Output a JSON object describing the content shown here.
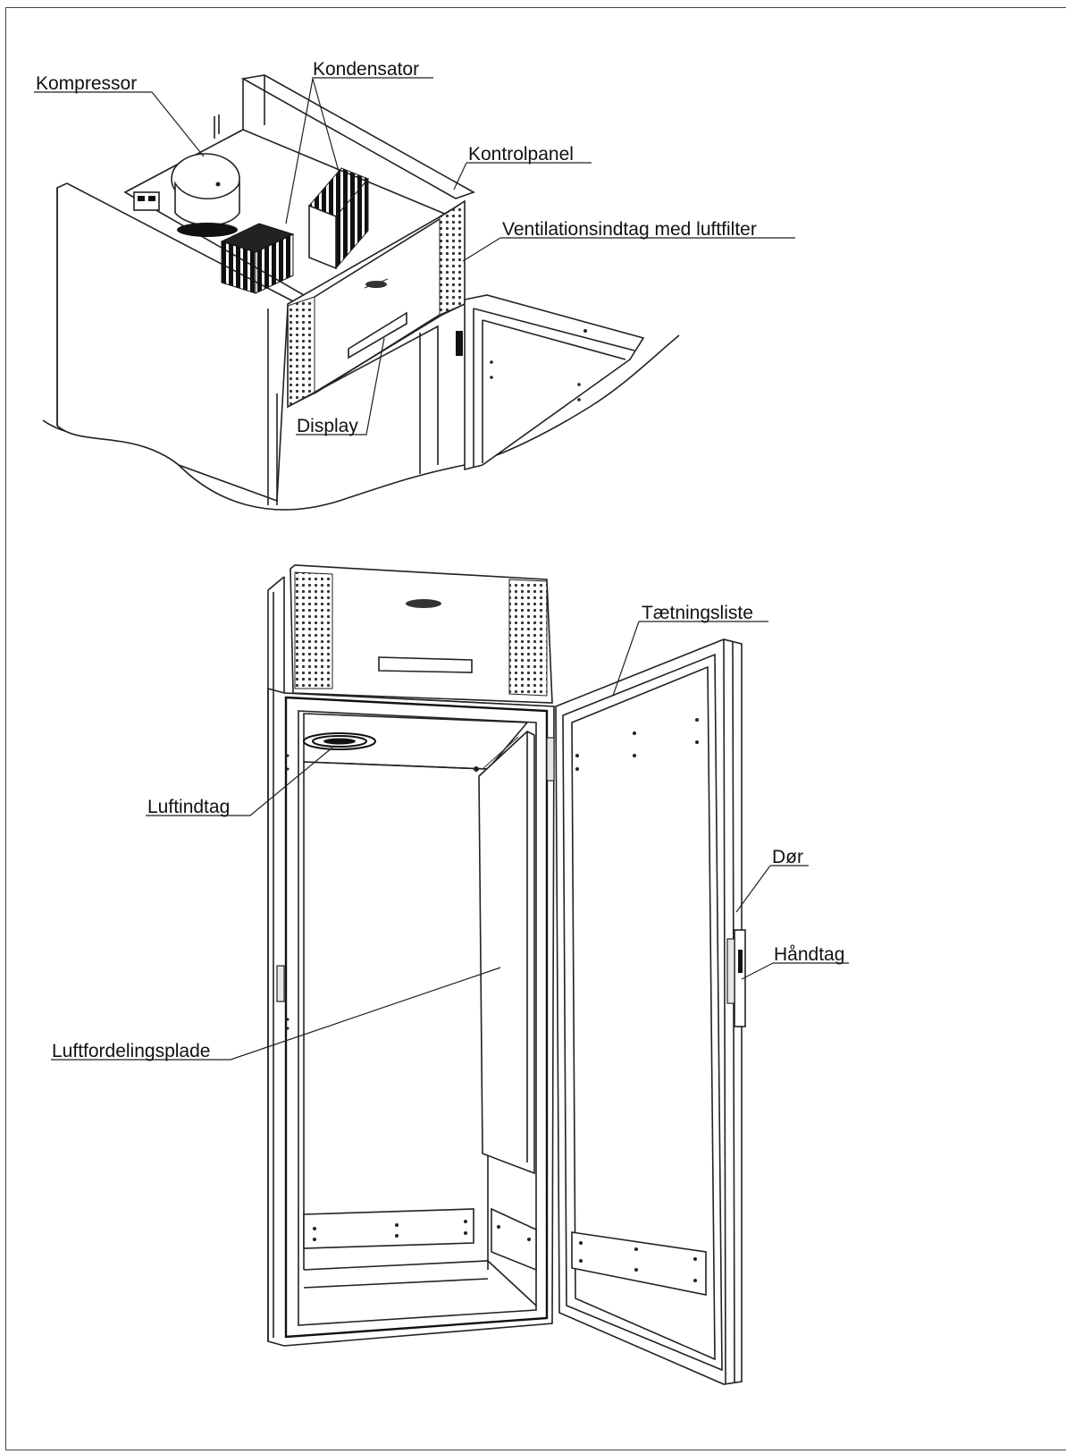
{
  "labels": {
    "kompressor": "Kompressor",
    "kondensator": "Kondensator",
    "kontrolpanel": "Kontrolpanel",
    "ventilation": "Ventilationsindtag med luftfilter",
    "display": "Display",
    "taetningsliste": "Tætningsliste",
    "luftindtag": "Luftindtag",
    "dor": "Dør",
    "handtag": "Håndtag",
    "luftfordelingsplade": "Luftfordelingsplade"
  }
}
